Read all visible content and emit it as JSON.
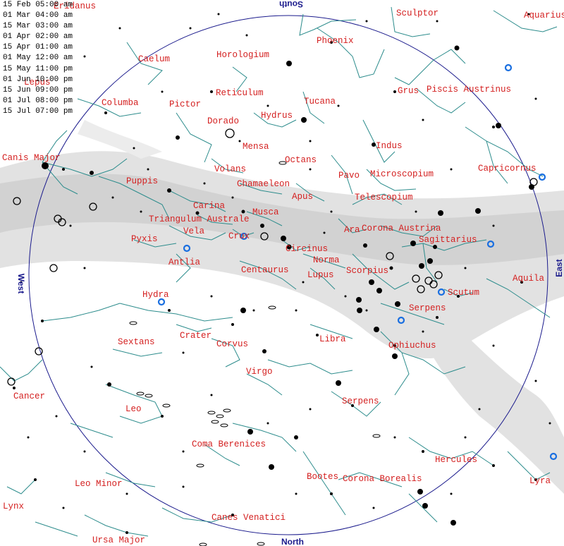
{
  "chart": {
    "horizon_color": "#1a1a8c",
    "milky_way_color": "#d9d9d9",
    "constellation_line_color": "#2c8c8c",
    "label_color": "#d42020",
    "star_color": "#000000",
    "planet_marker_color": "#1a6fe0"
  },
  "directions": {
    "south": "South",
    "north": "North",
    "east": "East",
    "west": "West"
  },
  "observation_times": [
    "15 Feb 05:00 am",
    "01 Mar 04:00 am",
    "15 Mar 03:00 am",
    "01 Apr 02:00 am",
    "15 Apr 01:00 am",
    "01 May 12:00 am",
    "15 May 11:00 pm",
    "01 Jun 10:00 pm",
    "15 Jun 09:00 pm",
    "01 Jul 08:00 pm",
    "15 Jul 07:00 pm"
  ],
  "constellations": [
    "Eridanus",
    "Sculptor",
    "Aquarius",
    "Caelum",
    "Horologium",
    "Phoenix",
    "Lepus",
    "Reticulum",
    "Grus",
    "Piscis Austrinus",
    "Columba",
    "Pictor",
    "Tucana",
    "Hydrus",
    "Dorado",
    "Indus",
    "Mensa",
    "Canis Major",
    "Octans",
    "Capricornus",
    "Volans",
    "Pavo",
    "Microscopium",
    "Puppis",
    "Chamaeleon",
    "Apus",
    "Telescopium",
    "Carina",
    "Musca",
    "Triangulum Australe",
    "Ara",
    "Corona Austrina",
    "Vela",
    "Crux",
    "Sagittarius",
    "Pyxis",
    "Circinus",
    "Norma",
    "Antlia",
    "Centaurus",
    "Lupus",
    "Scorpius",
    "Aquila",
    "Scutum",
    "Hydra",
    "Serpens",
    "Crater",
    "Libra",
    "Sextans",
    "Corvus",
    "Ophiuchus",
    "Virgo",
    "Cancer",
    "Serpens",
    "Leo",
    "Coma Berenices",
    "Hercules",
    "Leo Minor",
    "Bootes",
    "Corona Borealis",
    "Lyra",
    "Lynx",
    "Canes Venatici",
    "Ursa Major"
  ]
}
